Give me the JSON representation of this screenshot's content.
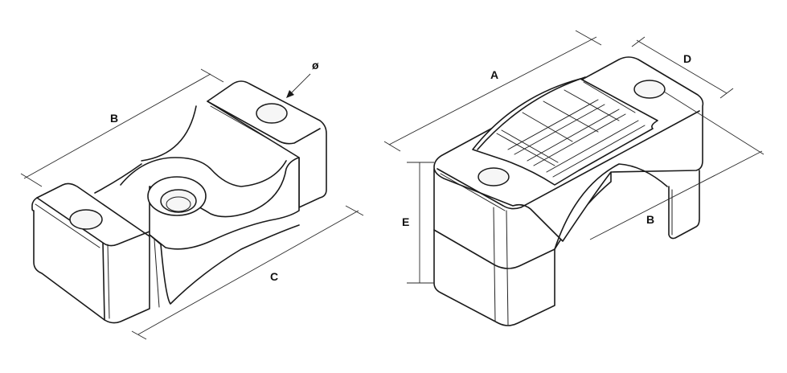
{
  "labels": {
    "A": "A",
    "B_left": "B",
    "B_right": "B",
    "C": "C",
    "D": "D",
    "E": "E",
    "diameter": "ø"
  },
  "colors": {
    "line": "#1a1a1a",
    "background": "#ffffff"
  }
}
